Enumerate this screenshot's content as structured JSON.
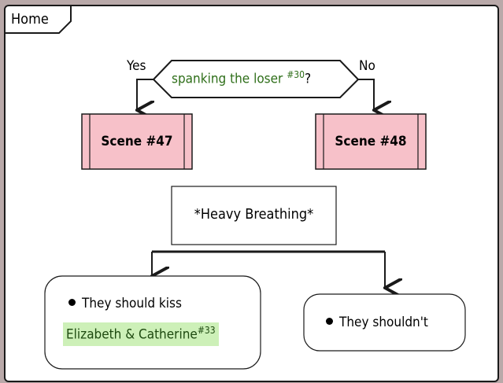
{
  "frame": {
    "title": "Home"
  },
  "decision": {
    "condition": "spanking the loser",
    "ref": "#30",
    "mark": "?",
    "yes_label": "Yes",
    "no_label": "No"
  },
  "scenes": [
    {
      "label": "Scene #47"
    },
    {
      "label": "Scene #48"
    }
  ],
  "action": {
    "label": "*Heavy Breathing*"
  },
  "branches": {
    "left": {
      "bullet": "They should kiss",
      "highlight": "Elizabeth & Catherine",
      "highlight_ref": "#33"
    },
    "right": {
      "bullet": "They shouldn't"
    }
  },
  "colors": {
    "scene_fill": "#f7c1c9",
    "highlight_fill": "#cdf0b8",
    "condition_text": "#2f6f1a",
    "frame_fill": "#ffffff",
    "stroke": "#1a1a1a"
  }
}
